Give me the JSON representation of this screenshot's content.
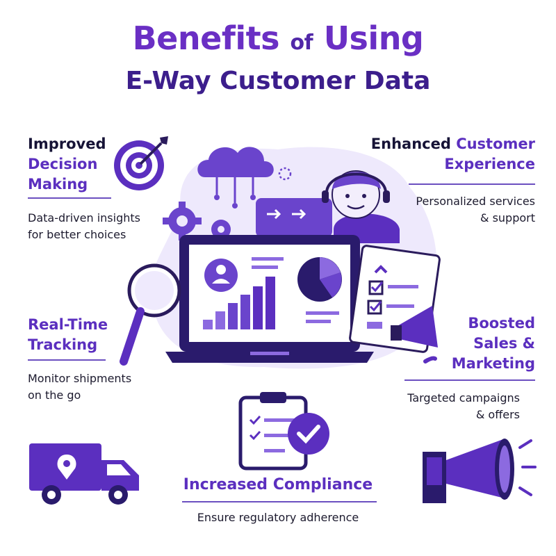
{
  "title": {
    "line1_a": "Benefits",
    "line1_b": "of",
    "line1_c": "Using",
    "line2": "E-Way Customer Data"
  },
  "benefits": {
    "decision": {
      "w1": "Improved",
      "w2": "Decision",
      "w3": "Making",
      "desc1": "Data-driven insights",
      "desc2": "for better choices"
    },
    "experience": {
      "w1": "Enhanced",
      "w2": "Customer",
      "w3": "Experience",
      "desc1": "Personalized services",
      "desc2": "& support"
    },
    "tracking": {
      "w1": "Real-Time",
      "w2": "Tracking",
      "desc1": "Monitor shipments",
      "desc2": "on the go"
    },
    "sales": {
      "w1": "Boosted",
      "w2": "Sales &",
      "w3": "Marketing",
      "desc1": "Targeted campaigns",
      "desc2": "& offers"
    },
    "compliance": {
      "title": "Increased Compliance",
      "desc": "Ensure regulatory adherence"
    }
  },
  "colors": {
    "primary": "#5b2fbf",
    "dark": "#161336",
    "light": "#e9e3fb",
    "accent": "#8c6ae0"
  }
}
